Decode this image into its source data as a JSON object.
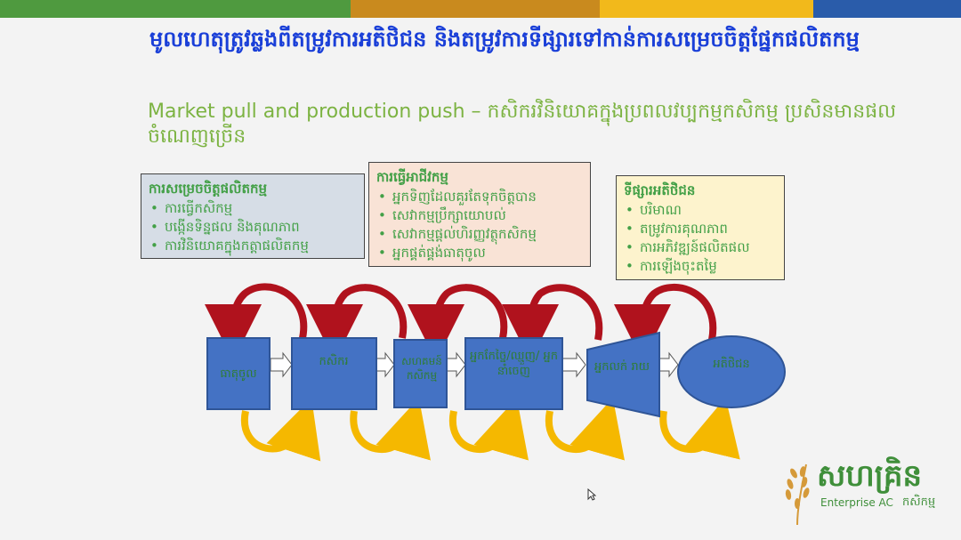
{
  "top_bar_colors": [
    "#4f9a3f",
    "#c98a1e",
    "#f2b91b",
    "#2a5caa"
  ],
  "slide": {
    "title": "មូលហេតុត្រូវឆ្លងពីតម្រូវការអតិថិជន និងតម្រូវការទីផ្សារទៅកាន់ការសម្រេចចិត្តផ្នែកផលិតកម្ម",
    "subtitle": "Market pull and production push – កសិករវិនិយោគក្នុងប្រពលវប្បកម្មកសិកម្ម ប្រសិនមានផលចំណេញច្រើន"
  },
  "boxes": {
    "production": {
      "title": "ការសម្រេចចិត្តផលិតកម្ម",
      "items": [
        "ការធ្វើកសិកម្ម",
        "បង្កើនទិន្នផល និងគុណភាព",
        "ការវិនិយោគក្នុងកត្តាផលិតកម្ម"
      ],
      "bg": "#d6dde6"
    },
    "business": {
      "title": "ការធ្វើអាជីវកម្ម",
      "items": [
        "អ្នកទិញដែលគួរតែទុកចិត្តបាន",
        "សេវាកម្មប្រឹក្សាយោបល់",
        "សេវាកម្មផ្តល់ហិរញ្ញវត្ថុកសិកម្ម",
        "អ្នកផ្គត់ផ្គង់ធាតុចូល"
      ],
      "bg": "#f9e3d6"
    },
    "customer": {
      "title": "ទីផ្សារអតិថិជន",
      "items": [
        "បរិមាណ",
        "តម្រូវការគុណភាព",
        "ការអភិវឌ្ឍន៍ផលិតផល",
        "ការឡើងចុះតម្លៃ"
      ],
      "bg": "#fdf3cd"
    }
  },
  "flow_nodes": [
    {
      "label": "ធាតុចូល"
    },
    {
      "label": "កសិករ"
    },
    {
      "label": "សហគមន៍ កសិកម្ម"
    },
    {
      "label": "អ្នកកែច្នៃ/ឈ្មួញ/ អ្នកនាំចេញ"
    },
    {
      "label": "អ្នកលក់ រាយ"
    },
    {
      "label": "អតិថិជន"
    }
  ],
  "colors": {
    "node_fill": "#4472c4",
    "node_stroke": "#2f5597",
    "feedback_arrow": "#b0121d",
    "forward_arrow": "#f5b800"
  },
  "logo": {
    "brand": "សហគ្រិន",
    "sub": "Enterprise AC",
    "sub_kh": "កសិកម្ម"
  }
}
